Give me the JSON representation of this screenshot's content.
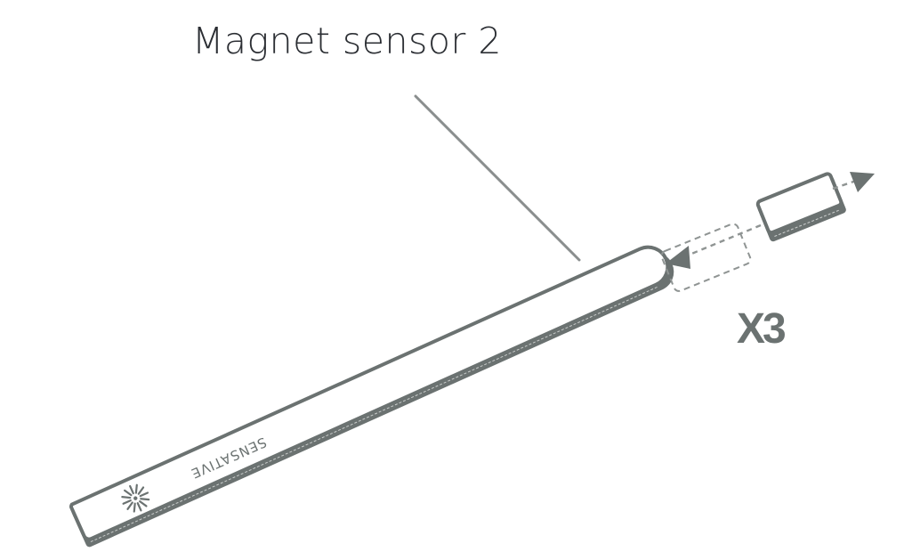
{
  "diagram": {
    "title": "Magnet sensor 2",
    "quantity_label": "X3",
    "brand_text": "SENSATIVE",
    "components": [
      {
        "name": "sensor-strip",
        "description": "Long thin sensor strip with rounded right end, brand logo at left end (mirrored)"
      },
      {
        "name": "magnet",
        "description": "Small rectangular magnet shown detached, with dashed ghost outline indicating placement next to strip end"
      }
    ],
    "annotations": [
      {
        "type": "leader-line",
        "from": "title",
        "to": "sensor-strip"
      },
      {
        "type": "dashed-arrow",
        "direction": "toward-strip",
        "meaning": "attach magnet"
      },
      {
        "type": "dashed-arrow",
        "direction": "away-from-strip",
        "meaning": "remove magnet"
      }
    ],
    "colors": {
      "title_text": "#2b2e33",
      "outline": "#6b7271",
      "leader_line": "#8a8e8e",
      "dashed": "#8f9493",
      "fill": "#ffffff"
    }
  }
}
